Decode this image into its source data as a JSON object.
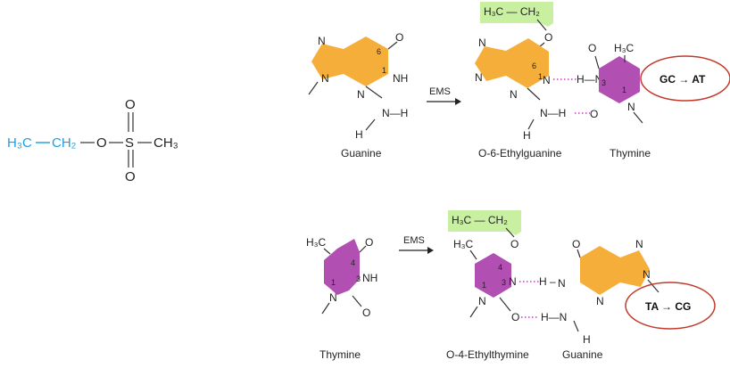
{
  "colors": {
    "ethyl": "#1a9ee0",
    "purine": "#f6ae3a",
    "pyrimidine": "#b24fb3",
    "ethyl_highlight": "#c9f0a0",
    "circle": "#c0392b",
    "hbond": "#c040c0"
  },
  "ems": {
    "h3c": "H₃C",
    "ch2": "CH₂",
    "o1": "O",
    "s": "S",
    "o_top": "O",
    "o_bottom": "O",
    "ch3": "CH₃"
  },
  "top": {
    "arrow_label": "EMS",
    "ethyl_group": "H₃C — CH₂",
    "caption_left": "Guanine",
    "caption_product": "O-6-Ethylguanine",
    "caption_partner": "Thymine",
    "mutation": "GC → AT"
  },
  "bottom": {
    "arrow_label": "EMS",
    "ethyl_group": "H₃C — CH₂",
    "caption_left": "Thymine",
    "caption_product": "O-4-Ethylthymine",
    "caption_partner": "Guanine",
    "mutation": "TA → CG"
  },
  "atoms": {
    "N": "N",
    "NH": "NH",
    "H": "H",
    "O": "O",
    "H3C": "H₃C",
    "NH_dash": "N—H",
    "H_dash_N": "H—N",
    "H_dash": "H –",
    "n1": "1",
    "n3": "3",
    "n4": "4",
    "n6": "6"
  }
}
